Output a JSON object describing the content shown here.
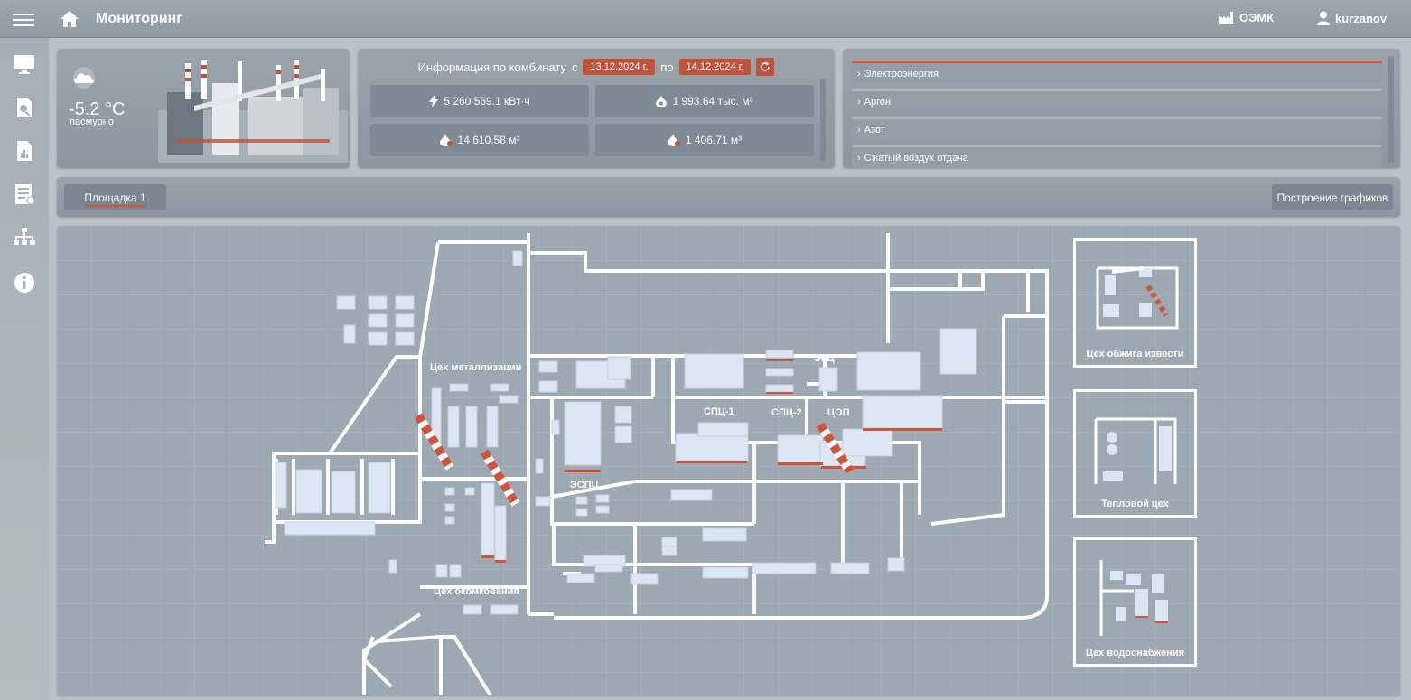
{
  "app": {
    "title": "Мониторинг",
    "org": "ОЭМК",
    "user": "kurzanov"
  },
  "weather": {
    "temp": "-5.2 °C",
    "condition": "пасмурно",
    "icon": "cloud-icon"
  },
  "info": {
    "label_prefix": "Информация по комбинату",
    "from_word": "с",
    "date_from": "13.12.2024 г.",
    "to_word": "по",
    "date_to": "14.12.2024 г.",
    "tiles": [
      {
        "icon": "lightning-icon",
        "value": "5 260 569.1 кВт·ч"
      },
      {
        "icon": "gas-drop-icon",
        "value": "1 993.64 тыс. м³"
      },
      {
        "icon": "water-drop-icon",
        "value": "14 610.58 м³"
      },
      {
        "icon": "steam-drop-icon",
        "value": "1 406.71 м³"
      }
    ]
  },
  "resources": [
    {
      "label": "Электроэнергия"
    },
    {
      "label": "Аргон"
    },
    {
      "label": "Азот"
    },
    {
      "label": "Сжатый воздух отдача"
    }
  ],
  "tabs": {
    "site": "Площадка 1",
    "charts_button": "Построение графиков"
  },
  "map": {
    "labels": {
      "metallization": "Цех металлизации",
      "pelletizing": "Цех окомкования",
      "espc": "ЭСПЦ",
      "spc1": "СПЦ-1",
      "spc2": "СПЦ-2",
      "cop": "ЦОП",
      "enc": "ЭнЦ"
    },
    "insets": [
      {
        "label": "Цех обжига извести"
      },
      {
        "label": "Тепловой цех"
      },
      {
        "label": "Цех водоснабжения"
      }
    ]
  },
  "colors": {
    "accent": "#c1533d",
    "panel": "#8f9aa2",
    "road": "#ffffff",
    "building": "#dbe6f4"
  }
}
